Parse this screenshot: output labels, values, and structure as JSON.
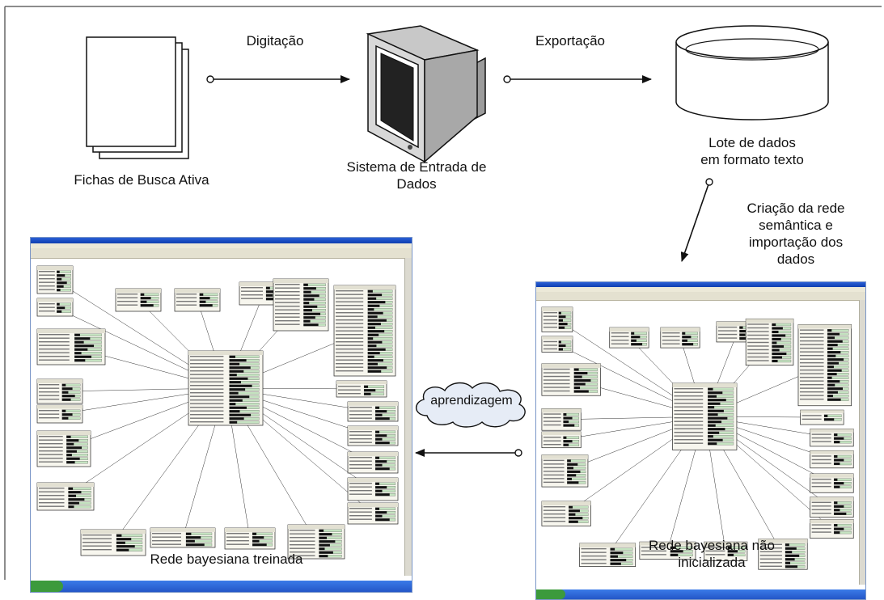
{
  "labels": {
    "fichas": "Fichas de Busca Ativa",
    "digitacao": "Digitação",
    "sistema": "Sistema de Entrada de\nDados",
    "exportacao": "Exportação",
    "lote": "Lote de dados\nem formato texto",
    "criacao": "Criação da rede\nsemântica e\nimportação dos\ndados",
    "aprendizagem": "aprendizagem",
    "rede_treinada": "Rede bayesiana treinada",
    "rede_nao_inicializada": "Rede bayesiana não\ninicializada"
  },
  "colors": {
    "line": "#111111",
    "cloud_fill": "#e6ecf6",
    "node_fill": "#f7f6ee",
    "bar_fill": "#c5e3c1",
    "window_title": "#1f50c8"
  },
  "icons": [
    "documents-icon",
    "computer-monitor-icon",
    "database-cylinder-icon",
    "cloud-shape"
  ]
}
